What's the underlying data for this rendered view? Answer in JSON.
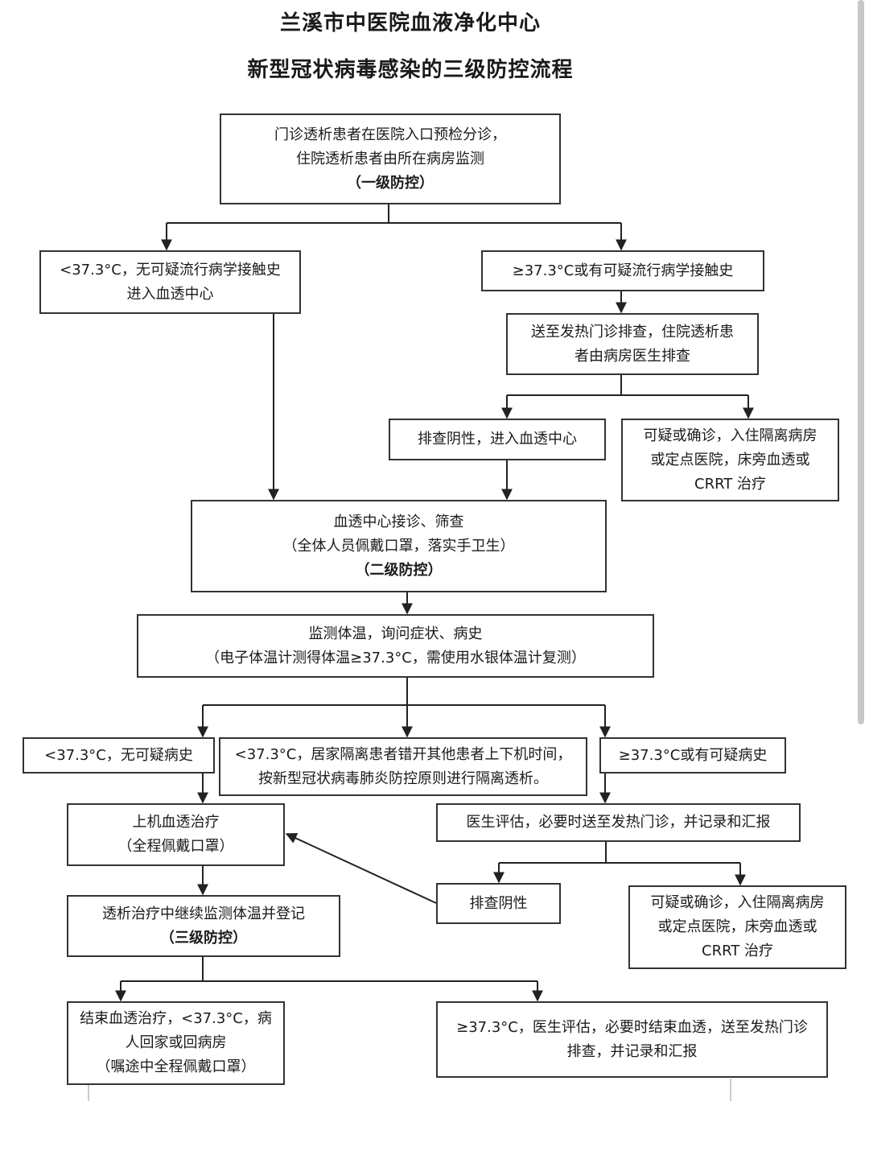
{
  "header": {
    "line1": "兰溪市中医院血液净化中心",
    "line2": "新型冠状病毒感染的三级防控流程"
  },
  "nodes": {
    "triage": {
      "l1": "门诊透析患者在医院入口预检分诊，",
      "l2": "住院透析患者由所在病房监测",
      "l3": "（一级防控）"
    },
    "low_no_contact": {
      "l1": "<37.3°C，无可疑流行病学接触史",
      "l2": "进入血透中心"
    },
    "high_or_contact": {
      "l1": "≥37.3°C或有可疑流行病学接触史"
    },
    "fever_clinic": {
      "l1": "送至发热门诊排查，住院透析患",
      "l2": "者由病房医生排查"
    },
    "negative_enter": {
      "l1": "排查阴性，进入血透中心"
    },
    "suspect_isolation_1": {
      "l1": "可疑或确诊，入住隔离病房",
      "l2": "或定点医院，床旁血透或",
      "l3": "CRRT 治疗"
    },
    "center_screening": {
      "l1": "血透中心接诊、筛查",
      "l2": "（全体人员佩戴口罩，落实手卫生）",
      "l3": "（二级防控）"
    },
    "monitor_temp": {
      "l1": "监测体温，询问症状、病史",
      "l2": "（电子体温计测得体温≥37.3°C，需使用水银体温计复测）"
    },
    "low_no_history": {
      "l1": "<37.3°C，无可疑病史"
    },
    "home_quarantine": {
      "l1": "<37.3°C，居家隔离患者错开其他患者上下机时间，",
      "l2": "按新型冠状病毒肺炎防控原则进行隔离透析。"
    },
    "high_or_history": {
      "l1": "≥37.3°C或有可疑病史"
    },
    "dialysis_start": {
      "l1": "上机血透治疗",
      "l2": "（全程佩戴口罩）"
    },
    "doctor_eval": {
      "l1": "医生评估，必要时送至发热门诊，并记录和汇报"
    },
    "negative": {
      "l1": "排查阴性"
    },
    "suspect_isolation_2": {
      "l1": "可疑或确诊，入住隔离病房",
      "l2": "或定点医院，床旁血透或",
      "l3": "CRRT 治疗"
    },
    "continue_monitor": {
      "l1": "透析治疗中继续监测体温并登记",
      "l2": "（三级防控）"
    },
    "end_dialysis": {
      "l1": "结束血透治疗，<37.3°C，病",
      "l2": "人回家或回病房",
      "l3": "（嘱途中全程佩戴口罩）"
    },
    "high_end": {
      "l1": "≥37.3°C，医生评估，必要时结束血透，送至发热门诊",
      "l2": "排查，并记录和汇报"
    }
  }
}
